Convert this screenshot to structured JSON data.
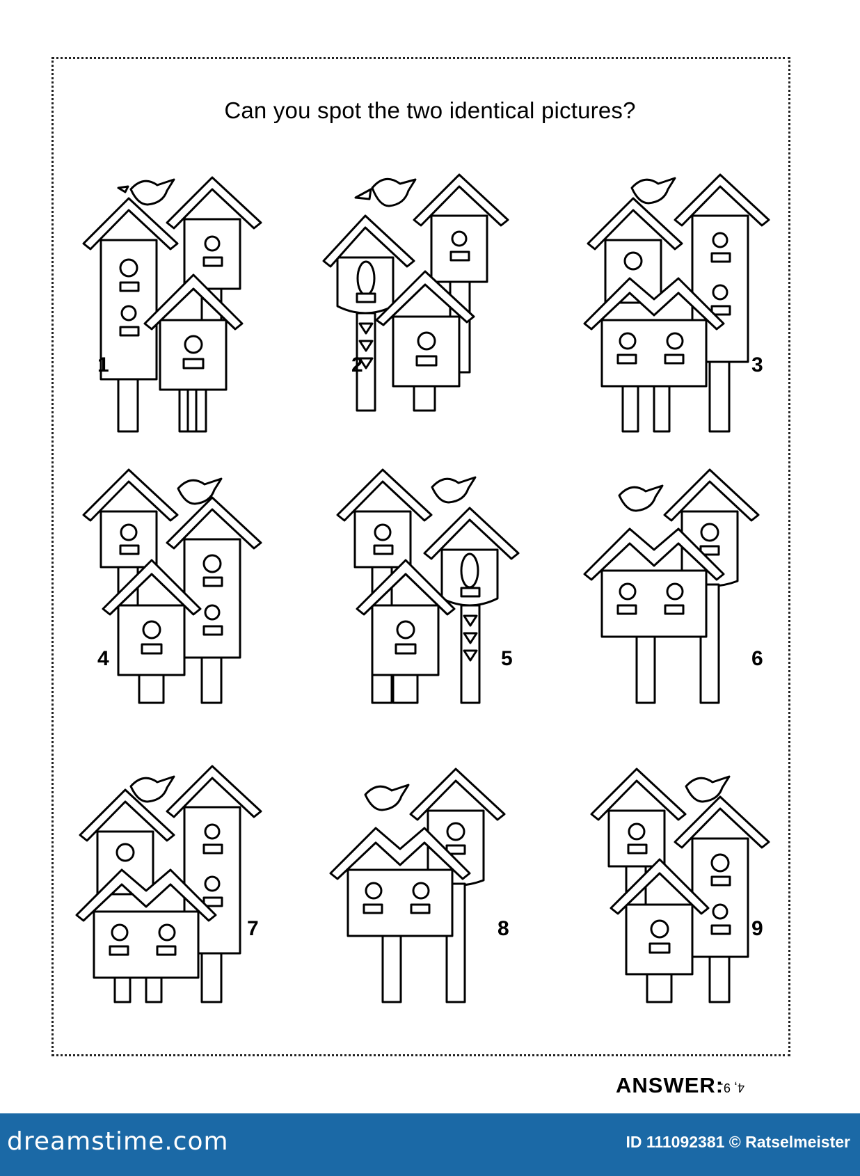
{
  "puzzle": {
    "title": "Can you spot the two identical pictures?",
    "items": [
      {
        "number": "1"
      },
      {
        "number": "2"
      },
      {
        "number": "3"
      },
      {
        "number": "4"
      },
      {
        "number": "5"
      },
      {
        "number": "6"
      },
      {
        "number": "7"
      },
      {
        "number": "8"
      },
      {
        "number": "9"
      }
    ],
    "answer_label": "ANSWER:",
    "answer_value": "4, 9."
  },
  "footer": {
    "brand": "dreamstime.com",
    "credit": "ID 111092381 © Ratselmeister",
    "color": "#1b69a6"
  }
}
